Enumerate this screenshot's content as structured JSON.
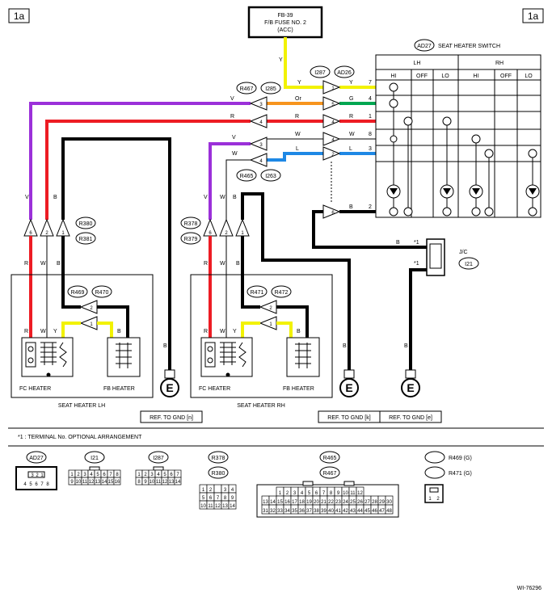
{
  "page": {
    "tag": "1a",
    "figure_id": "WI-76296"
  },
  "colors": {
    "yellow": "#f2f200",
    "green": "#00a651",
    "orange": "#f7941d",
    "red": "#ed1c24",
    "violet": "#9b30d9",
    "blue": "#1e88e5",
    "black": "#000000",
    "gray": "#9a9a9a"
  },
  "fuse": {
    "id": "FB-39",
    "name": "F/B FUSE NO. 2",
    "mode": "(ACC)"
  },
  "switch": {
    "connector": "AD27",
    "title": "SEAT HEATER SWITCH",
    "sides": [
      "LH",
      "RH"
    ],
    "positions": [
      "HI",
      "OFF",
      "LO",
      "HI",
      "OFF",
      "LO"
    ],
    "pins": [
      "7",
      "4",
      "1",
      "8",
      "3",
      "2"
    ],
    "pin_colors": [
      "Y",
      "G",
      "R",
      "W",
      "L",
      "B"
    ]
  },
  "upper_connector": {
    "labels": [
      "I287",
      "AD26"
    ],
    "pins": [
      "1",
      "5",
      "4",
      "4",
      "2",
      "6"
    ]
  },
  "lh_connectors": {
    "labels": [
      "R467",
      "I285"
    ],
    "pins": [
      "3",
      "4"
    ]
  },
  "rh_connectors": {
    "labels": [
      "R465",
      "I263"
    ],
    "pins": [
      "3",
      "4"
    ]
  },
  "wire_labels": {
    "y": "Y",
    "v": "V",
    "or": "Or",
    "r": "R",
    "w": "W",
    "l": "L",
    "b": "B",
    "g": "G"
  },
  "seat_lh": {
    "title": "SEAT HEATER LH",
    "connectors": [
      "R380",
      "R381"
    ],
    "pins": [
      "6",
      "2",
      "1"
    ],
    "inner_connectors": [
      "R469",
      "R470"
    ],
    "inner_pins": [
      "2",
      "1"
    ],
    "fc_label": "FC HEATER",
    "fb_label": "FB HEATER",
    "gnd": "REF. TO GND [n]"
  },
  "seat_rh": {
    "title": "SEAT HEATER RH",
    "connectors": [
      "R378",
      "R379"
    ],
    "pins": [
      "6",
      "2",
      "1"
    ],
    "inner_connectors": [
      "R471",
      "R472"
    ],
    "inner_pins": [
      "2",
      "1"
    ],
    "fc_label": "FC HEATER",
    "fb_label": "FB HEATER",
    "gnd": "REF. TO GND [k]"
  },
  "jc": {
    "label": "J/C",
    "connector": "I21",
    "star": "*1",
    "gnd": "REF. TO GND [e]"
  },
  "ground_symbol": "E",
  "footnote": "*1 : TERMINAL No. OPTIONAL ARRANGEMENT",
  "connector_views": [
    {
      "labels": [
        "AD27"
      ],
      "rows": [
        [
          "3",
          "2",
          "1"
        ],
        [
          "4",
          "5",
          "6",
          "7",
          "8"
        ]
      ]
    },
    {
      "labels": [
        "I21"
      ],
      "rows": [
        [
          "1",
          "2",
          "3",
          "4",
          "5",
          "6",
          "7",
          "8"
        ],
        [
          "9",
          "10",
          "11",
          "12",
          "13",
          "14",
          "15",
          "16"
        ]
      ]
    },
    {
      "labels": [
        "I287"
      ],
      "rows": [
        [
          "1",
          "2",
          "3",
          "4",
          "5",
          "6",
          "7"
        ],
        [
          "8",
          "9",
          "10",
          "11",
          "12",
          "13",
          "14"
        ]
      ]
    },
    {
      "labels": [
        "R378",
        "R380"
      ],
      "rows": [
        [
          "1",
          "2",
          "",
          "3",
          "4"
        ],
        [
          "5",
          "6",
          "7",
          "8",
          "9"
        ],
        [
          "10",
          "11",
          "12",
          "13",
          "14"
        ]
      ]
    },
    {
      "labels": [
        "R465",
        "R467"
      ],
      "rows": [
        [
          "1",
          "2",
          "3",
          "4",
          "5",
          "6",
          "7",
          "8",
          "9",
          "10",
          "11",
          "12"
        ],
        [
          "13",
          "14",
          "15",
          "16",
          "17",
          "18",
          "19",
          "20",
          "21",
          "22",
          "23",
          "24",
          "25",
          "26",
          "27",
          "28",
          "29",
          "30"
        ],
        [
          "31",
          "32",
          "33",
          "34",
          "35",
          "36",
          "37",
          "38",
          "39",
          "40",
          "41",
          "42",
          "43",
          "44",
          "45",
          "46",
          "47",
          "48"
        ]
      ]
    },
    {
      "labels": [
        "R469 (G)",
        "R471 (G)"
      ],
      "rows": [
        [
          "1",
          "2"
        ]
      ]
    }
  ]
}
